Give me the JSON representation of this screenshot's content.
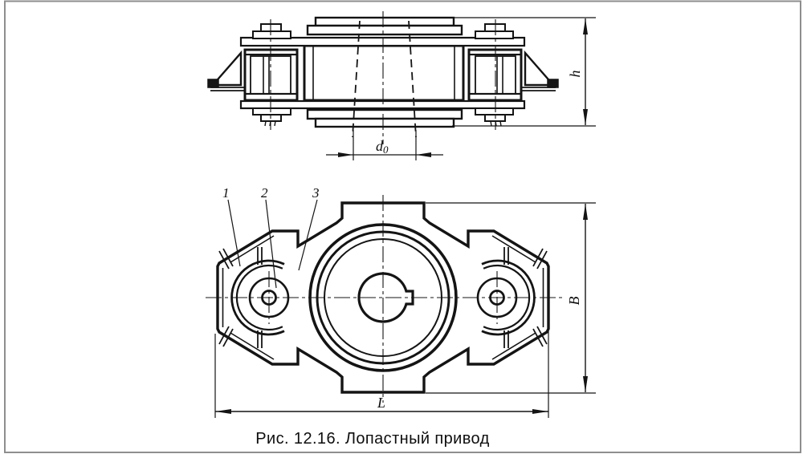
{
  "window": {
    "background": "#ffffff",
    "frame_color": "#8e8e8e"
  },
  "caption": "Рис. 12.16. Лопастный привод",
  "drawing": {
    "ink_color": "#141414",
    "top_view": {
      "dim_height_label": "h",
      "dim_bore_label": "d",
      "dim_bore_subscript": "0"
    },
    "plan_view": {
      "part_labels": [
        "1",
        "2",
        "3"
      ],
      "dim_width_label": "B",
      "dim_length_label": "L"
    }
  }
}
